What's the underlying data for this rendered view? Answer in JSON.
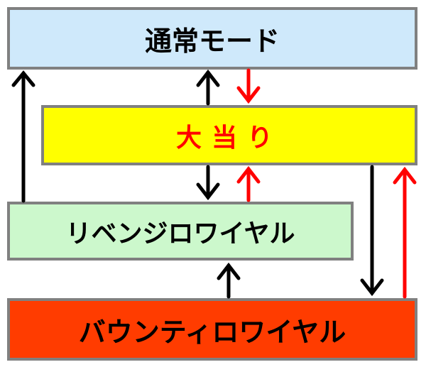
{
  "states": {
    "normal": "通常モード",
    "jackpot": "大当り",
    "revenge": "リベンジロワイヤル",
    "bounty": "バウンティロワイヤル"
  },
  "colors": {
    "normal_bg": "#cfe9fb",
    "jackpot_bg": "#ffff00",
    "jackpot_text": "#ff0000",
    "revenge_bg": "#ccf8cc",
    "bounty_bg": "#ff3c00",
    "arrow_black": "#000000",
    "arrow_red": "#ff0000"
  }
}
